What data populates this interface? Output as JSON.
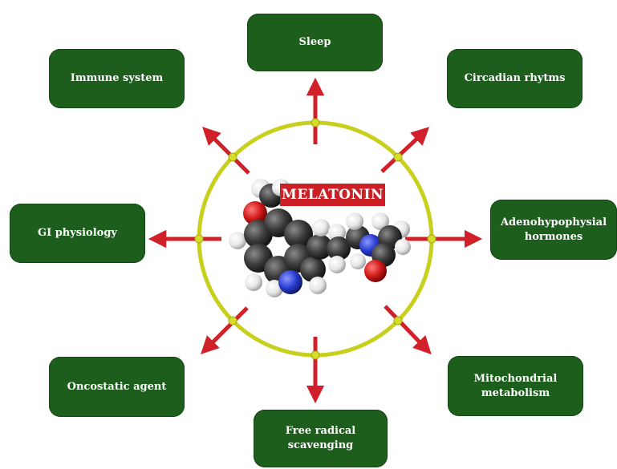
{
  "center": {
    "title": "MELATONIN"
  },
  "effects": [
    {
      "id": "sleep",
      "label": "Sleep"
    },
    {
      "id": "circadian",
      "label": "Circadian rhytms"
    },
    {
      "id": "adeno",
      "label": "Adenohypophysial\nhormones"
    },
    {
      "id": "mito",
      "label": "Mitochondrial\nmetabolism"
    },
    {
      "id": "radical",
      "label": "Free radical\nscavenging"
    },
    {
      "id": "oncostatic",
      "label": "Oncostatic agent"
    },
    {
      "id": "gi",
      "label": "GI physiology"
    },
    {
      "id": "immune",
      "label": "Immune system"
    }
  ],
  "colors": {
    "box": "#1d5e1d",
    "arrow": "#d0202a",
    "ring": "#c8cf1c",
    "title_bg": "#cc2027",
    "carbon": "#3a3a3a",
    "hydrogen": "#f2f2f2",
    "oxygen": "#d11a1a",
    "nitrogen": "#2b3ed1"
  }
}
